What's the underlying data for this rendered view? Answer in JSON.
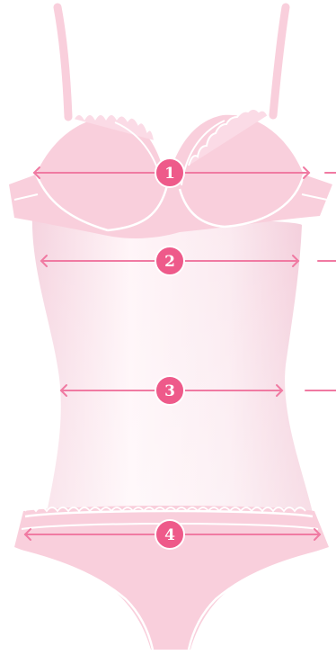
{
  "colors": {
    "garment_fill": "#f9cfdc",
    "garment_edge": "#ffffff",
    "torso_fill": "#fbe6ee",
    "measure_line": "#f07aa2",
    "badge_fill": "#ee5a8a",
    "badge_text": "#ffffff"
  },
  "measurements": [
    {
      "number": "1"
    },
    {
      "number": "2"
    },
    {
      "number": "3"
    },
    {
      "number": "4"
    }
  ]
}
